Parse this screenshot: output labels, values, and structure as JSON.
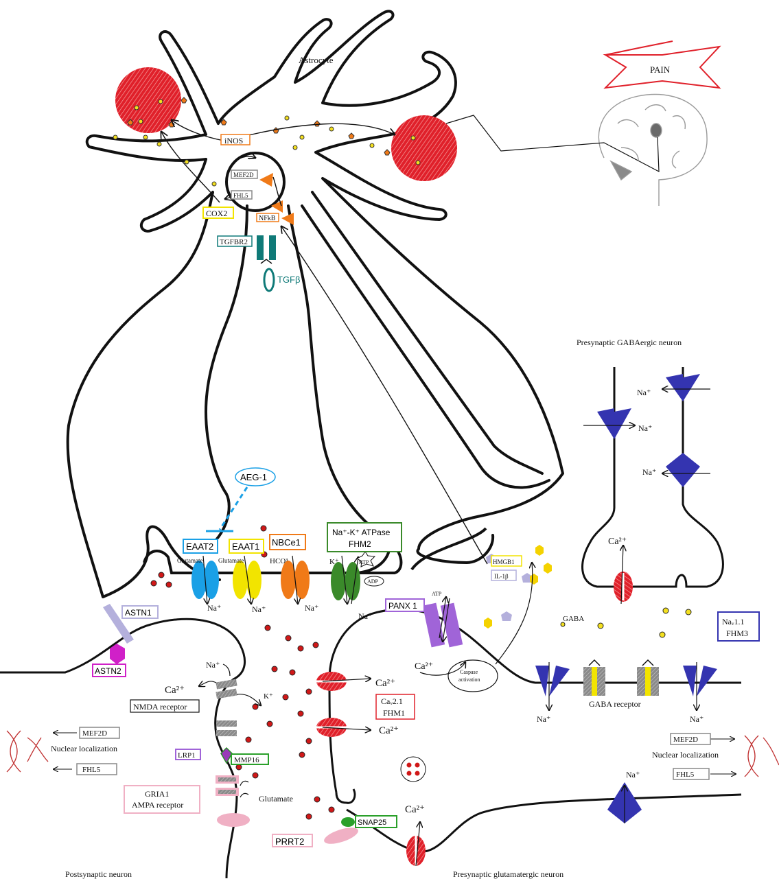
{
  "labels": {
    "astrocyte": "Astrocyte",
    "pain": "PAIN",
    "inos": "iNOS",
    "mef2d": "MEF2D",
    "fhl5": "FHL5",
    "cox2": "COX2",
    "nfkb": "NFkB",
    "tgfbr2": "TGFBR2",
    "tgfb": "TGFβ",
    "presyn_gaba": "Presynaptic GABAergic neuron",
    "na": "Na⁺",
    "ca2": "Ca²⁺",
    "aeg1": "AEG-1",
    "eaat2": "EAAT2",
    "eaat1": "EAAT1",
    "nbce1": "NBCe1",
    "atpase_1": "Na⁺-K⁺ ATPase",
    "atpase_2": "FHM2",
    "glutamate": "Glutamate",
    "hco3": "HCO³",
    "k": "K⁺",
    "atp": "ATP",
    "adp": "ADP",
    "hmgb1": "HMGB1",
    "il1b": "IL-1β",
    "astn1": "ASTN1",
    "astn2": "ASTN2",
    "panx1": "PANX 1",
    "gaba": "GABA",
    "nav_1": "Naᵥ1.1",
    "nav_2": "FHM3",
    "nmda": "NMDA receptor",
    "cav_1": "Caᵥ2.1",
    "cav_2": "FHM1",
    "caspase_1": "Caspase",
    "caspase_2": "activation",
    "gaba_receptor": "GABA receptor",
    "nuclear_loc": "Nuclear localization",
    "lrp1": "LRP1",
    "mmp16": "MMP16",
    "gria1_1": "GRIA1",
    "gria1_2": "AMPA receptor",
    "snap25": "SNAP25",
    "prrt2": "PRRT2",
    "postsyn": "Postsynaptic neuron",
    "presyn_glut": "Presynaptic glutamatergic neuron"
  },
  "colors": {
    "red_body": "#e0202a",
    "blue_eaat2": "#1aa0e6",
    "yellow_eaat1": "#f2e400",
    "orange_nbce1": "#f07a18",
    "green_atpase": "#3a8a2a",
    "teal_tgf": "#0f7a78",
    "navy_channel": "#3434b0",
    "purple_panx": "#a064d8",
    "lavender": "#b4b0dc",
    "magenta": "#d020c8",
    "pink": "#f0b0c4",
    "dot_red": "#d01818",
    "dot_yellow": "#f4e020"
  }
}
